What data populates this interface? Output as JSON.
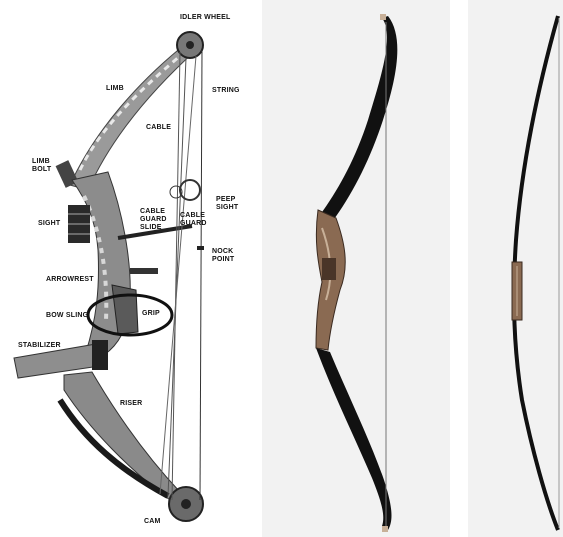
{
  "labels": {
    "idler_wheel": "IDLER WHEEL",
    "limb": "LIMB",
    "string": "STRING",
    "cable": "CABLE",
    "limb_bolt": "LIMB\nBOLT",
    "peep_sight": "PEEP\nSIGHT",
    "sight": "SIGHT",
    "cable_guard_slide": "CABLE\nGUARD\nSLIDE",
    "cable_guard": "CABLE\nGUARD",
    "nock_point": "NOCK\nPOINT",
    "arrowrest": "ARROWREST",
    "bow_sling": "BOW SLING",
    "grip": "GRIP",
    "stabilizer": "STABILIZER",
    "riser": "RISER",
    "cam": "CAM"
  },
  "colors": {
    "limb_black": "#111111",
    "wood": "#8a6a52",
    "camo": "#9a9a9a",
    "panel": "#f2f2f2"
  }
}
